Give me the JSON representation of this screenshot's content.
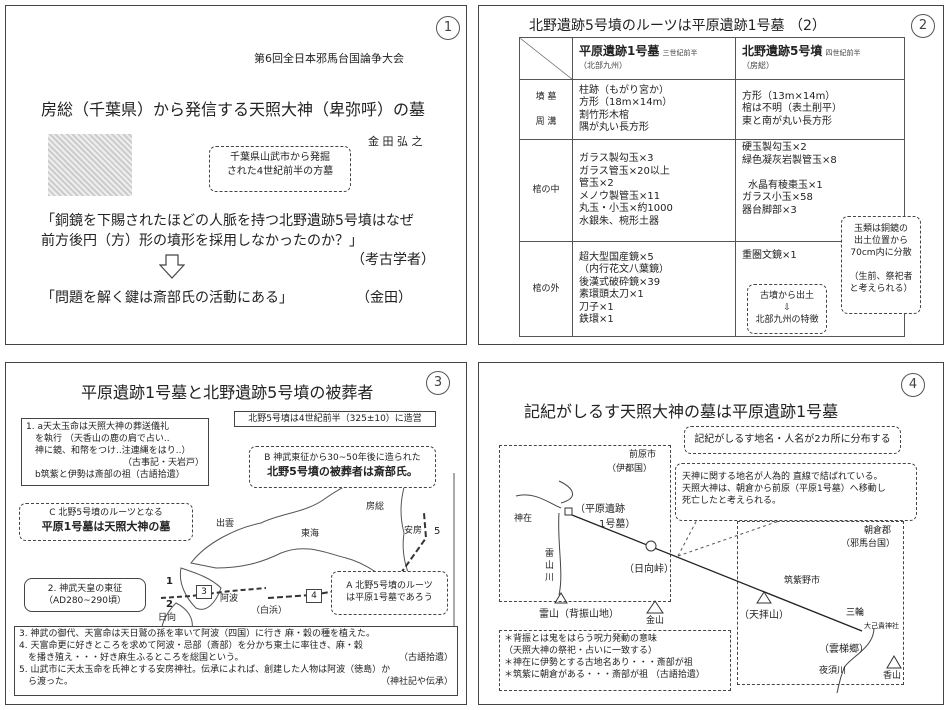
{
  "slide1": {
    "page_number": "1",
    "event": "第6回全日本邪馬台国論争大会",
    "title": "房総（千葉県）から発信する天照大神（卑弥呼）の墓",
    "author": "金 田 弘 之",
    "callout": [
      "千葉県山武市から発掘",
      "された4世紀前半の方墓"
    ],
    "question_lines": [
      "「銅鏡を下賜されたほどの人脈を持つ北野遺跡5号墳はなぜ",
      "前方後円（方）形の墳形を採用しなかったのか？」"
    ],
    "question_source": "（考古学者）",
    "answer": "「問題を解く鍵は斎部氏の活動にある」",
    "answer_source": "（金田）"
  },
  "slide2": {
    "page_number": "2",
    "title": "北野遺跡5号墳のルーツは平原遺跡1号墓 （2）",
    "columns": [
      {
        "name": "平原遺跡1号墓",
        "era": "三世紀前半",
        "region": "（北部九州）"
      },
      {
        "name": "北野遺跡5号墳",
        "era": "四世紀前半",
        "region": "（房総）"
      }
    ],
    "rows": [
      {
        "label": "墳 墓\n\n周 溝",
        "a": [
          "柱跡（もがり宮か）",
          "方形（18m×14m）",
          "割竹形木棺",
          "隅が丸い長方形"
        ],
        "b": [
          "方形（13m×14m）",
          "棺は不明（表土削平）",
          "東と南が丸い長方形"
        ]
      },
      {
        "label": "棺の中",
        "a": [
          "ガラス製勾玉×3",
          "ガラス管玉×20以上",
          "管玉×2",
          "メノウ製管玉×11",
          "丸玉・小玉×約1000",
          "水銀朱、椀形土器"
        ],
        "b": [
          "硬玉製勾玉×2",
          "緑色凝灰岩製管玉×8",
          "",
          "水晶有稜棗玉×1",
          "ガラス小玉×58",
          "器台脚部×3"
        ]
      },
      {
        "label": "棺の外",
        "a": [
          "超大型国産鏡×5",
          "（内行花文八葉鏡）",
          "後漢式破砕鏡×39",
          "素環頭太刀×1",
          "刀子×1",
          "鉄環×1"
        ],
        "b": [
          "重圏文鏡×1"
        ]
      }
    ],
    "note_mirror": [
      "古墳から出土",
      "北部九州の特徴"
    ],
    "note_beads": [
      "玉類は銅鏡の",
      "出土位置から",
      "70cm内に分散",
      "",
      "（生前、祭祀者",
      "と考えられる）"
    ]
  },
  "slide3": {
    "page_number": "3",
    "title": "平原遺跡1号墓と北野遺跡5号墳の被葬者",
    "box1": [
      "1. a天太玉命は天照大神の葬送儀礼",
      "　を執行 （天香山の鹿の肩で占い..",
      "　神に鏡、和幣をつけ..注連縄をはり..）",
      "（古事記・天岩戸）",
      "　b筑紫と伊勢は斎部の祖（古語拾遺）"
    ],
    "date_box": "北野5号墳は4世紀前半（325±10）に造営",
    "box_b": [
      "B 神武東征から30~50年後に造られた",
      "北野5号墳の被葬者は斎部氏。"
    ],
    "box_c": [
      "C 北野5号墳のルーツとなる",
      "平原1号墓は天照大神の墓"
    ],
    "box2": [
      "2. 神武天皇の東征",
      "（AD280~290頃）"
    ],
    "box_a": [
      "A 北野5号墳のルーツ",
      "は平原1号墓であろう"
    ],
    "map_labels": {
      "izumo": "出雲",
      "tokai": "東海",
      "awa": "阿波",
      "shirahama": "（白浜）",
      "hyuga": "日向",
      "boso": "房総",
      "awa2": "安房",
      "n1": "1",
      "n2": "2",
      "n3": "3",
      "n4": "4",
      "n5": "5"
    },
    "notes": [
      "3. 神武の御代、天富命は天日鷲の孫を率いて阿波（四国）に行き 麻・穀の種を植えた。",
      "4. 天富命更に好きところを求めて阿波・忌部（斎部）を分かち東土に率往き、麻・穀",
      "　を播き殖え・・・好き麻生ふるところを総国という。",
      "5. 山武市に天太玉命を氏神とする安房神社。伝承によれば、創建した人物は阿波（徳島）か",
      "　ら渡った。"
    ],
    "note_sources": [
      "（古語拾遺）",
      "（神社記や伝承）"
    ]
  },
  "slide4": {
    "page_number": "4",
    "title": "記紀がしるす天照大神の墓は平原遺跡1号墓",
    "box_top": "記紀がしるす地名・人名が2カ所に分布する",
    "callout": [
      "天神に関する地名が人為的 直線で結ばれている。",
      "天照大神は、朝倉から前原（平原1号墓）へ移動し",
      "死亡したと考えられる。"
    ],
    "map_labels": {
      "maebaru": "前原市",
      "itokoku": "（伊都国）",
      "kamiari": "神在",
      "hirabaru": [
        "（平原遺跡",
        "1号墓）"
      ],
      "river": "雷山川",
      "hinata": "（日向峠）",
      "raizan": "雷山（背振山地）",
      "kanayama": "金山",
      "asakura": "朝倉郡",
      "yamatai": "（邪馬台国）",
      "chikushino": "筑紫野市",
      "tenpai": "（天拝山）",
      "miwa": "三輪",
      "onamuchi": "大己貴神社",
      "unate": "（雲梯郷）",
      "yasu": "夜須川",
      "kouyama": "香山"
    },
    "notes": [
      "＊背振とは鬼をはらう呪力発動の意味",
      "（天照大神の祭祀・占いに一致する）",
      "＊神在に伊勢とする古地名あり・・・斎部が祖",
      "＊筑紫に朝倉がある・・・斎部が祖 （古語拾遺）"
    ]
  }
}
